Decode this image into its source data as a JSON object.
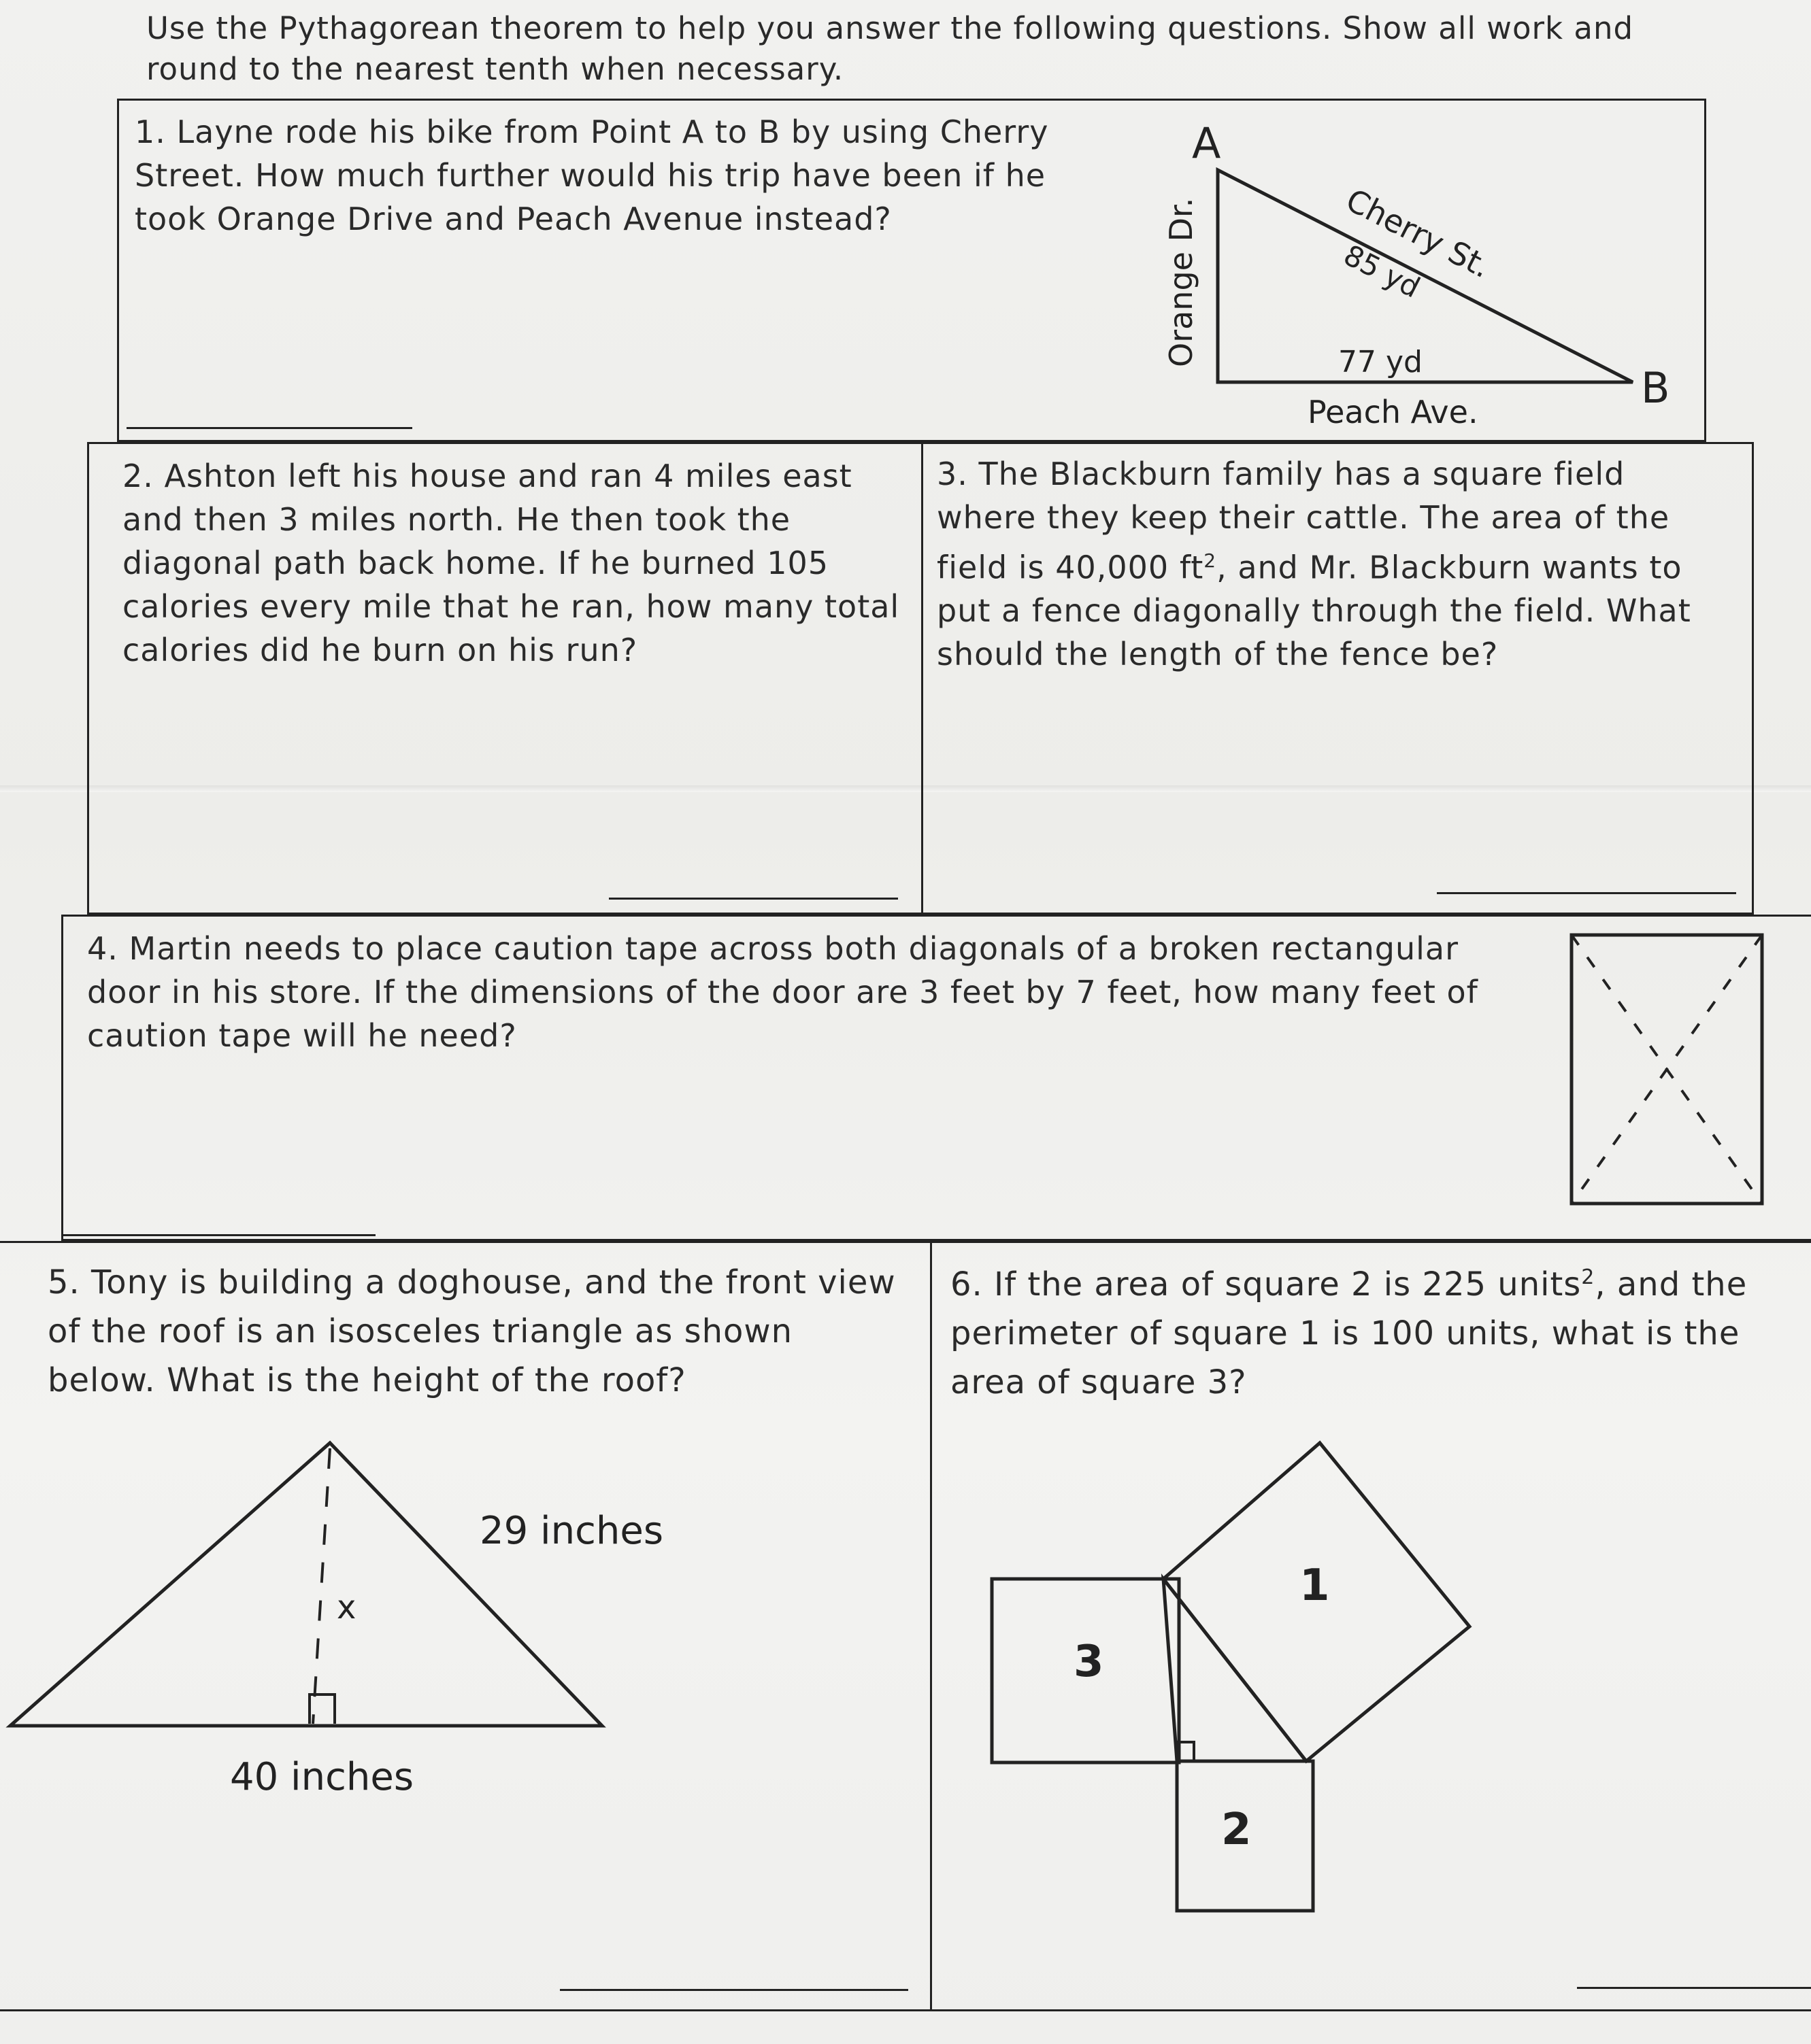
{
  "intro": "Use the Pythagorean theorem to help you answer the following questions. Show all work and round to the nearest tenth when necessary.",
  "questions": {
    "q1": "1. Layne rode his bike from Point A to B by using Cherry Street. How much further would his trip have been if he took Orange Drive and Peach Avenue instead?",
    "q2": "2. Ashton left his house and ran 4 miles east and then 3 miles north. He then took the diagonal path back home. If he burned 105 calories every mile that he ran, how many total calories did he burn on his run?",
    "q3_part1": "3. The Blackburn family has a square field where they keep their cattle. The area of the field is 40,000 ft",
    "q3_sup": "2",
    "q3_part2": ", and Mr. Blackburn wants to put a fence diagonally through the field. What should the length of the fence be?",
    "q4": "4. Martin needs to place caution tape across both diagonals of a broken rectangular door in his store. If the dimensions of the door are 3 feet by 7 feet, how many feet of caution tape will he need?",
    "q5": "5. Tony is building a doghouse, and the front view of the roof is an isosceles triangle as shown below. What is the height of the roof?",
    "q6_part1": "6. If the area of square 2 is 225 units",
    "q6_sup": "2",
    "q6_part2": ", and the perimeter of square 1 is 100 units, what is the area of square 3?"
  },
  "figure1": {
    "vertex_a": "A",
    "vertex_b": "B",
    "street_cherry": "Cherry St.",
    "length_cherry": "85 yd",
    "street_orange": "Orange Dr.",
    "length_peach": "77 yd",
    "street_peach": "Peach Ave."
  },
  "figure5": {
    "side_label": "29 inches",
    "height_label": "x",
    "base_label": "40 inches"
  },
  "figure6": {
    "square_1": "1",
    "square_2": "2",
    "square_3": "3"
  }
}
